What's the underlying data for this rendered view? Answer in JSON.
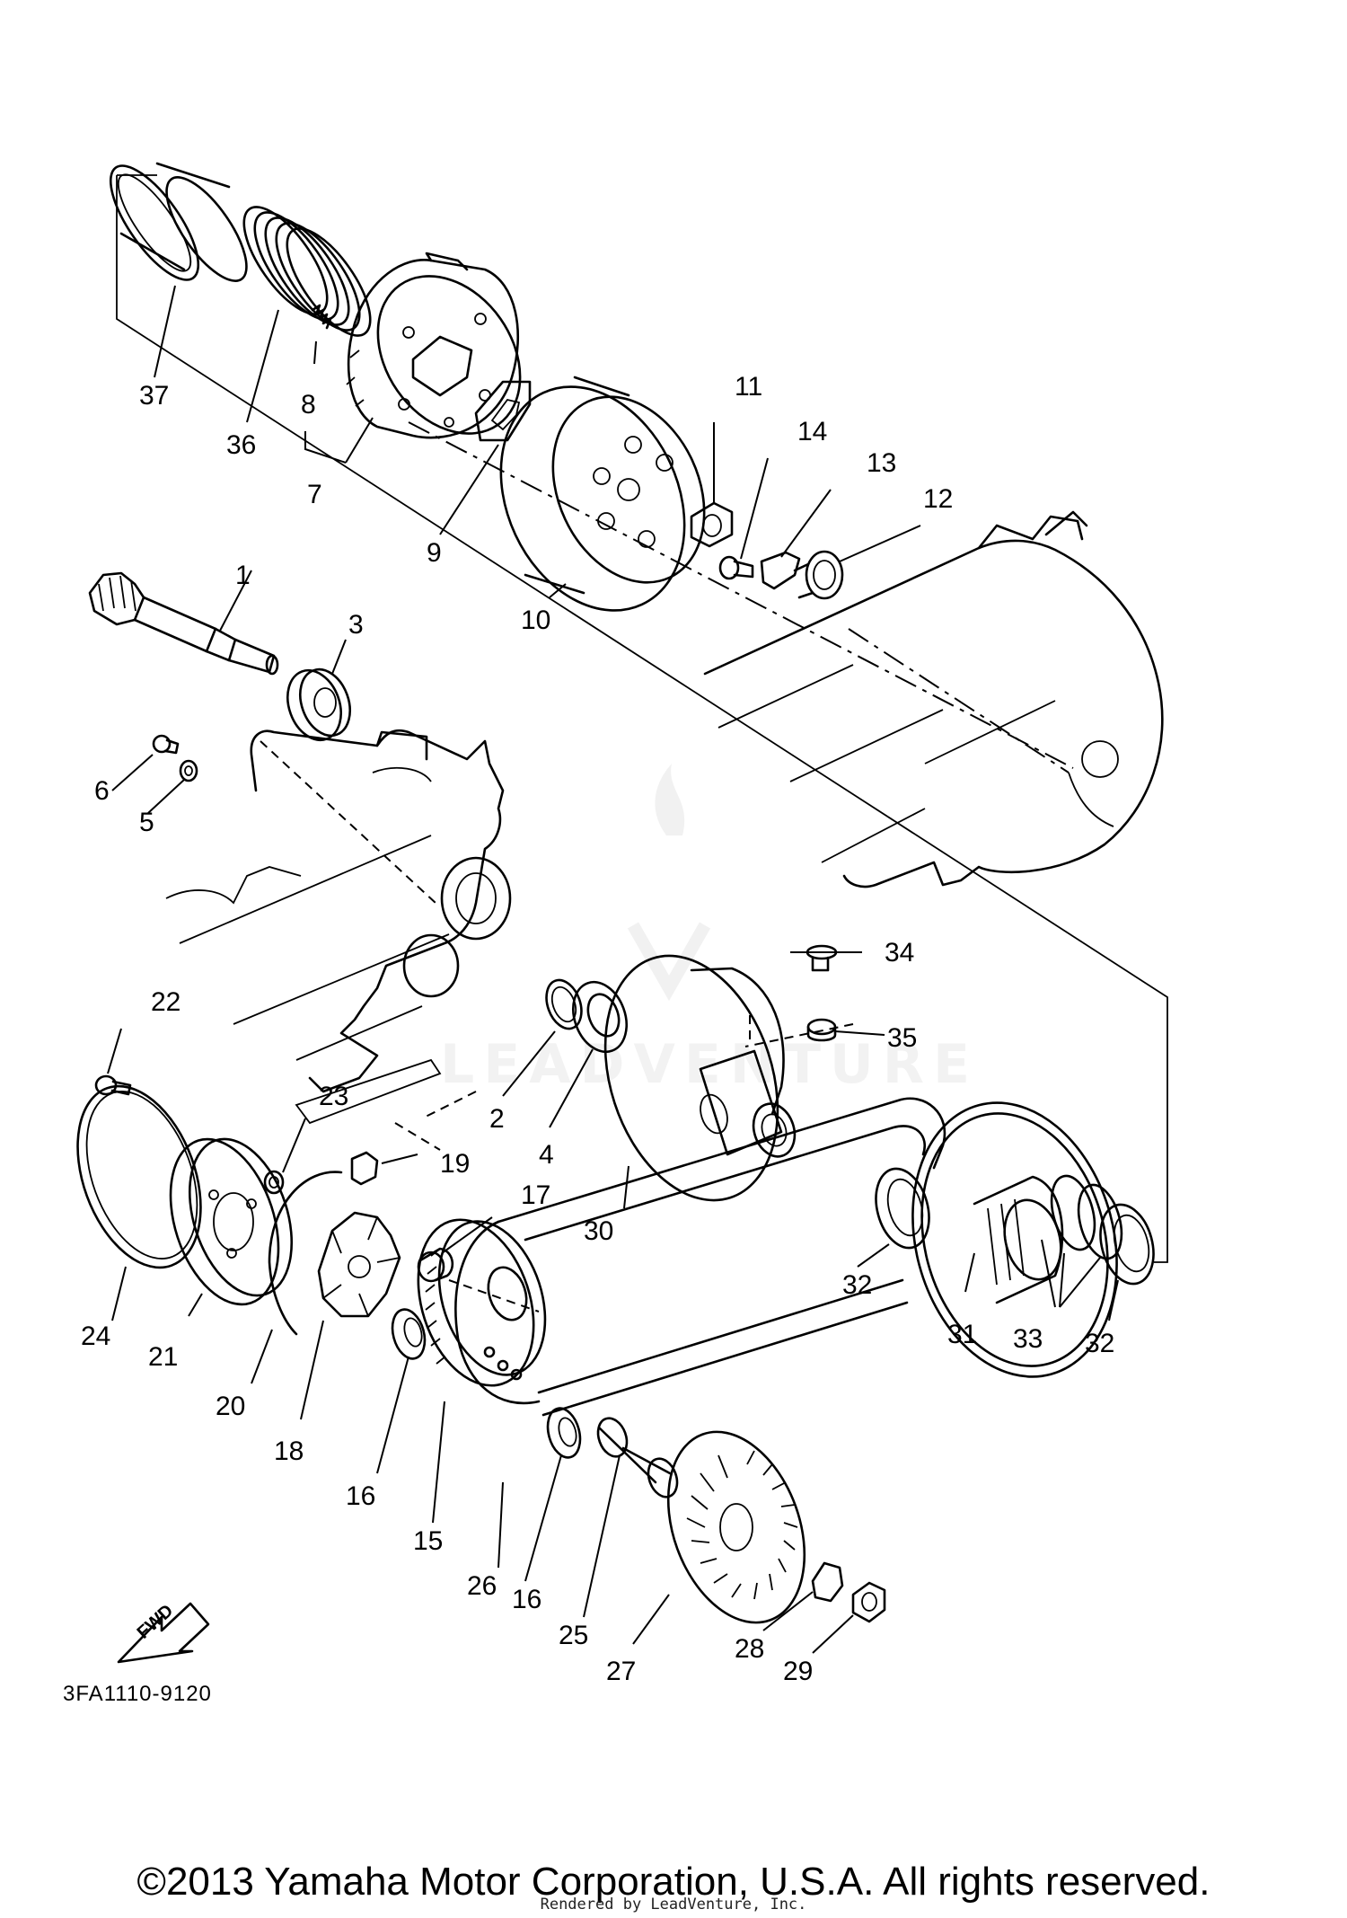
{
  "diagram": {
    "part_numbers": [
      "1",
      "2",
      "3",
      "4",
      "5",
      "6",
      "7",
      "8",
      "9",
      "10",
      "11",
      "12",
      "13",
      "14",
      "15",
      "16",
      "16",
      "17",
      "18",
      "19",
      "20",
      "21",
      "22",
      "23",
      "24",
      "25",
      "26",
      "27",
      "28",
      "29",
      "30",
      "31",
      "32",
      "32",
      "33",
      "34",
      "35",
      "36",
      "37"
    ],
    "fwd_label": "FWD",
    "diagram_code": "3FA1110-9120"
  },
  "watermark": {
    "text": "LEADVENTURE"
  },
  "footer": {
    "copyright": "©2013 Yamaha Motor Corporation, U.S.A. All rights reserved.",
    "rendered_by": "Rendered by LeadVenture, Inc."
  }
}
